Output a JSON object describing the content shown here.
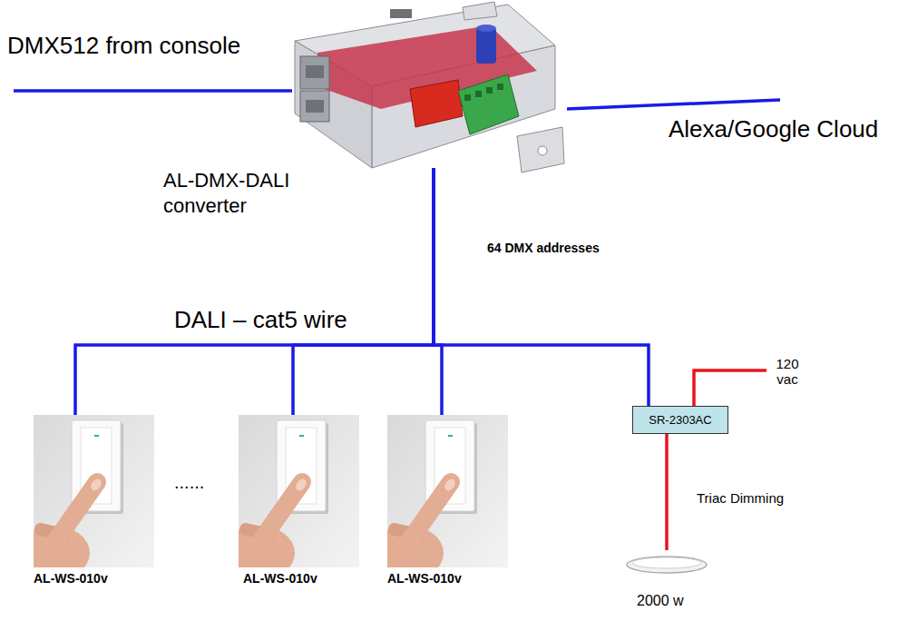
{
  "diagram": {
    "nodes": [
      {
        "text": [
          "AL-DMX-DALI converter"
        ]
      },
      {
        "text": [
          "AL-WS-010v"
        ]
      },
      {
        "text": [
          "AL-WS-010v"
        ]
      },
      {
        "text": [
          "AL-WS-010v"
        ]
      },
      {
        "text": [
          "SR-2303AC"
        ]
      },
      {
        "text": [
          "2000 w"
        ]
      }
    ],
    "edges": [
      {
        "from": 0,
        "to": 1,
        "arrow": "none"
      },
      {
        "from": 0,
        "to": 2,
        "arrow": "none"
      },
      {
        "from": 0,
        "to": 3,
        "arrow": "none"
      },
      {
        "from": 0,
        "to": 4,
        "arrow": "none"
      },
      {
        "from": 4,
        "to": 5,
        "arrow": "none"
      }
    ],
    "labels": [
      "DMX512 from console",
      "Alexa/Google Cloud",
      "64 DMX addresses",
      "DALI – cat5 wire",
      "......",
      "120 vac",
      "Triac Dimming"
    ]
  }
}
